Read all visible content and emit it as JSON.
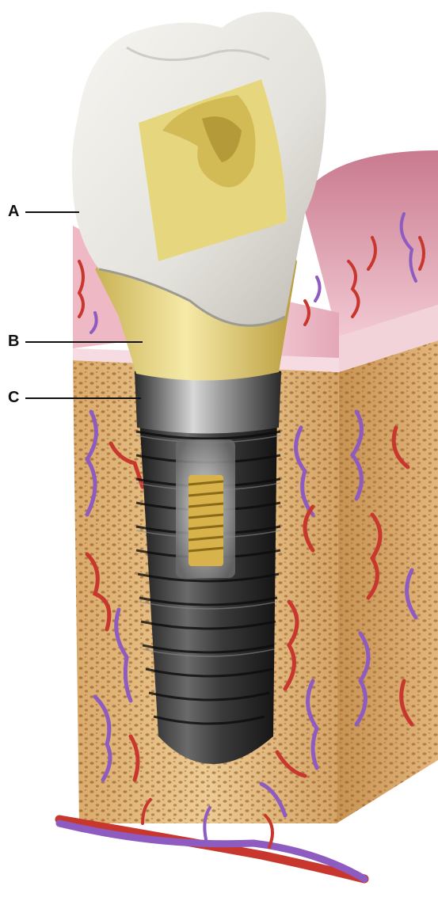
{
  "labels": {
    "a": "A",
    "b": "B",
    "c": "C"
  },
  "colors": {
    "crown": "#e4e2dc",
    "abutment": "#e3cf6e",
    "gum": "#e8b4c2",
    "bone": "#e9c893",
    "implant": "#3b3b3b",
    "artery": "#c8372d",
    "vein": "#8e5cc0"
  }
}
